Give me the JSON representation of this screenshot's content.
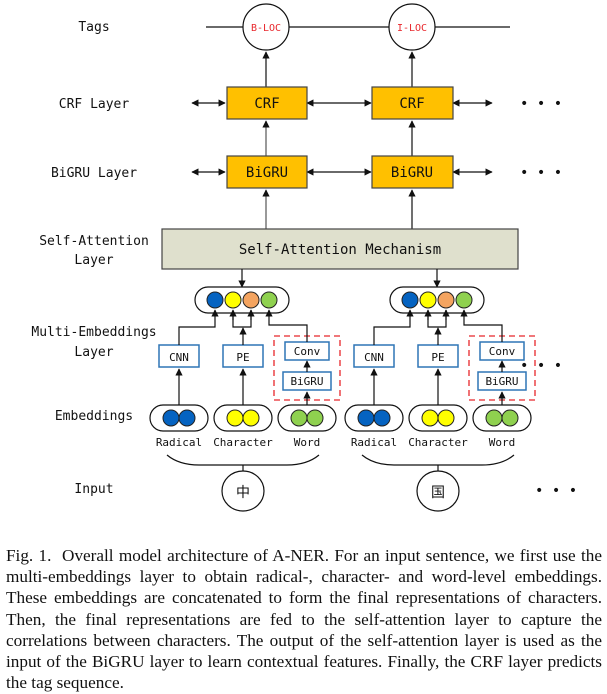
{
  "figure": {
    "row_labels": {
      "tags": "Tags",
      "crf": "CRF Layer",
      "bigru": "BiGRU Layer",
      "self_attention_line1": "Self-Attention",
      "self_attention_line2": "Layer",
      "multi_embeddings_line1": "Multi-Embeddings",
      "multi_embeddings_line2": "Layer",
      "embeddings": "Embeddings",
      "input": "Input"
    },
    "tags": [
      "B-LOC",
      "I-LOC"
    ],
    "crf_block": "CRF",
    "bigru_block": "BiGRU",
    "self_attention_block": "Self-Attention Mechanism",
    "encoders": {
      "radical": "CNN",
      "character": "PE",
      "word_conv": "Conv",
      "word_bigru": "BiGRU"
    },
    "embedding_labels": [
      "Radical",
      "Character",
      "Word"
    ],
    "inputs": [
      "中",
      "国"
    ],
    "ellipsis": "• • •",
    "colors": {
      "block_fill": "#ffc000",
      "attention_fill": "#dfe0cd",
      "encoder_border": "#2e75b6",
      "dashed_border": "#e8262b",
      "tag_text": "#e8262b",
      "radical_dot": "#0563c1",
      "character_dot": "#ffff00",
      "concat_dot": "#f4a460",
      "word_dot": "#8fd14f"
    }
  },
  "caption": {
    "label": "Fig. 1.",
    "text": "Overall model architecture of A-NER. For an input sentence, we first use the multi-embeddings layer to obtain radical-, character- and word-level embeddings. These embeddings are concatenated to form the final representations of characters. Then, the final representations are fed to the self-attention layer to capture the correlations between characters. The output of the self-attention layer is used as the input of the BiGRU layer to learn contextual features. Finally, the CRF layer predicts the tag sequence."
  }
}
